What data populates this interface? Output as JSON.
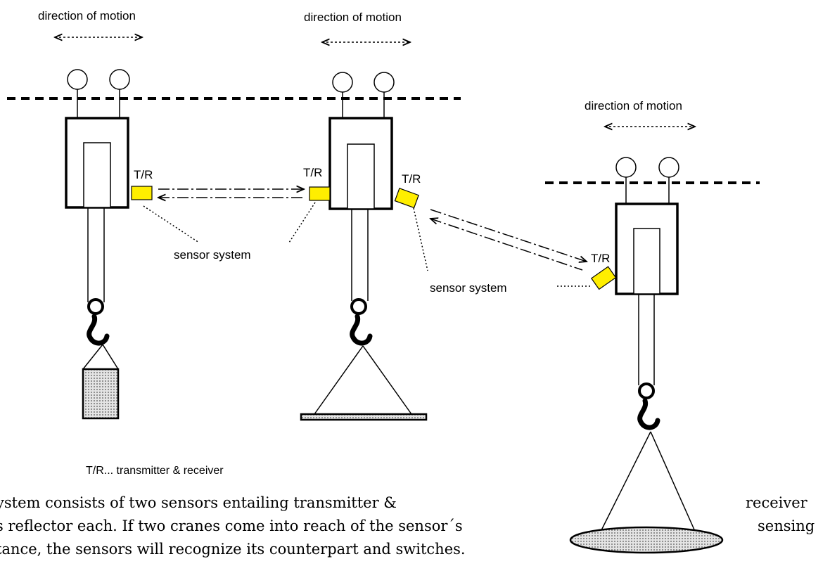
{
  "labels": {
    "direction_of_motion": "direction of motion",
    "tr": "T/R",
    "sensor_system": "sensor system",
    "legend": "T/R... transmitter & receiver"
  },
  "caption": {
    "line1": "ystem consists of two sensors entailing transmitter &",
    "line1_right": "receiver",
    "line2": "s reflector each. If two cranes come into reach of the sensor´s",
    "line2_right": "sensing",
    "line3": "tance, the sensors will recognize its counterpart and switches."
  },
  "colors": {
    "sensor": "#ffee00",
    "line": "#000000",
    "load_fill": "#c8c8c8"
  }
}
